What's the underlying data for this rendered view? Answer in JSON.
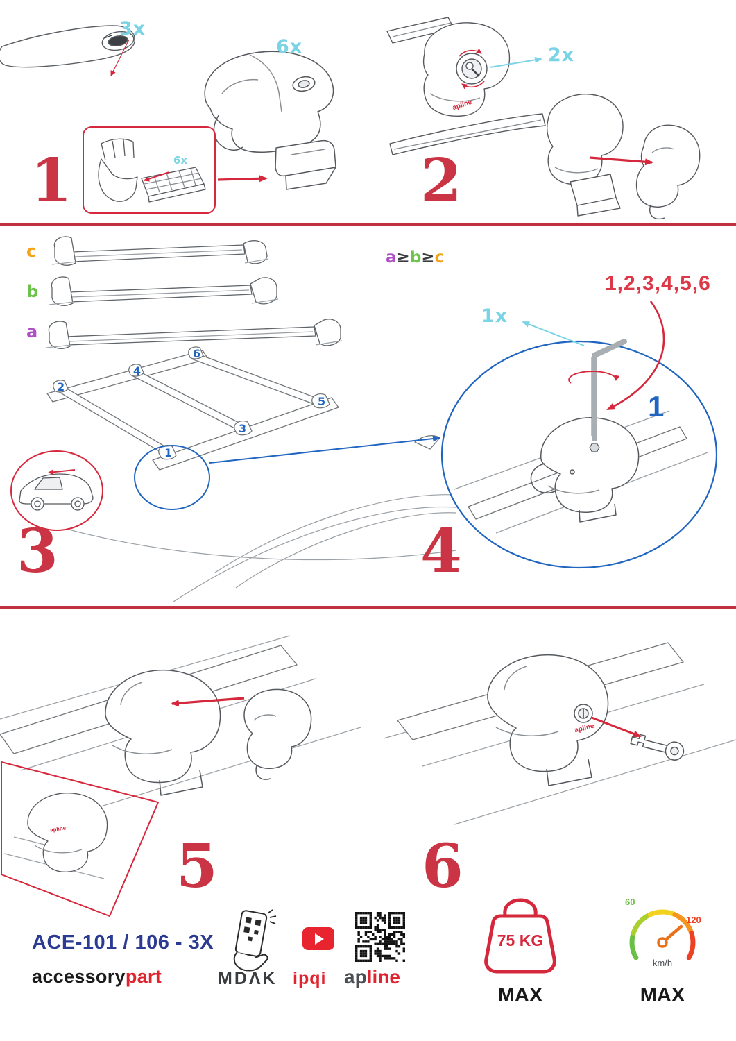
{
  "colors": {
    "accent_red": "#cb3444",
    "arrow_red": "#d6283c",
    "cyan": "#7ad4e6",
    "blue": "#2065c0",
    "orange": "#f5a21b",
    "green": "#6cc24a",
    "purple": "#b04fc5",
    "navy": "#2b3a92",
    "youtube_red": "#e8242f",
    "gauge_green": "#6abf45",
    "gauge_red": "#ee4023"
  },
  "step1": {
    "number": "1",
    "bar_qty": "3x",
    "foot_qty": "6x",
    "pad_qty": "6x"
  },
  "step2": {
    "number": "2",
    "lock_qty": "2x"
  },
  "step3": {
    "number": "3",
    "bar_labels": {
      "a": "a",
      "b": "b",
      "c": "c"
    },
    "size_rule": {
      "a": "a",
      "gte1": "≥",
      "b": "b",
      "gte2": "≥",
      "c": "c"
    },
    "roof_positions": [
      "1",
      "2",
      "3",
      "4",
      "5",
      "6"
    ]
  },
  "step4": {
    "number": "4",
    "tool_qty": "1x",
    "tighten_sequence": "1,2,3,4,5,6",
    "sequence_start": "1"
  },
  "step5": {
    "number": "5"
  },
  "step6": {
    "number": "6"
  },
  "brand_mark": "apline",
  "footer": {
    "model": "ACE-101 / 106 - 3X",
    "brand_part1": "accessory",
    "brand_part2": "part",
    "logo_mdak": "MDΛK",
    "logo_ipqi": "ipqi",
    "logo_apline_part1": "ap",
    "logo_apline_part2": "line",
    "max_load": "75 KG",
    "max_load_label": "MAX",
    "speed_low": "60",
    "speed_high": "120",
    "speed_unit": "km/h",
    "speed_max_label": "MAX"
  }
}
